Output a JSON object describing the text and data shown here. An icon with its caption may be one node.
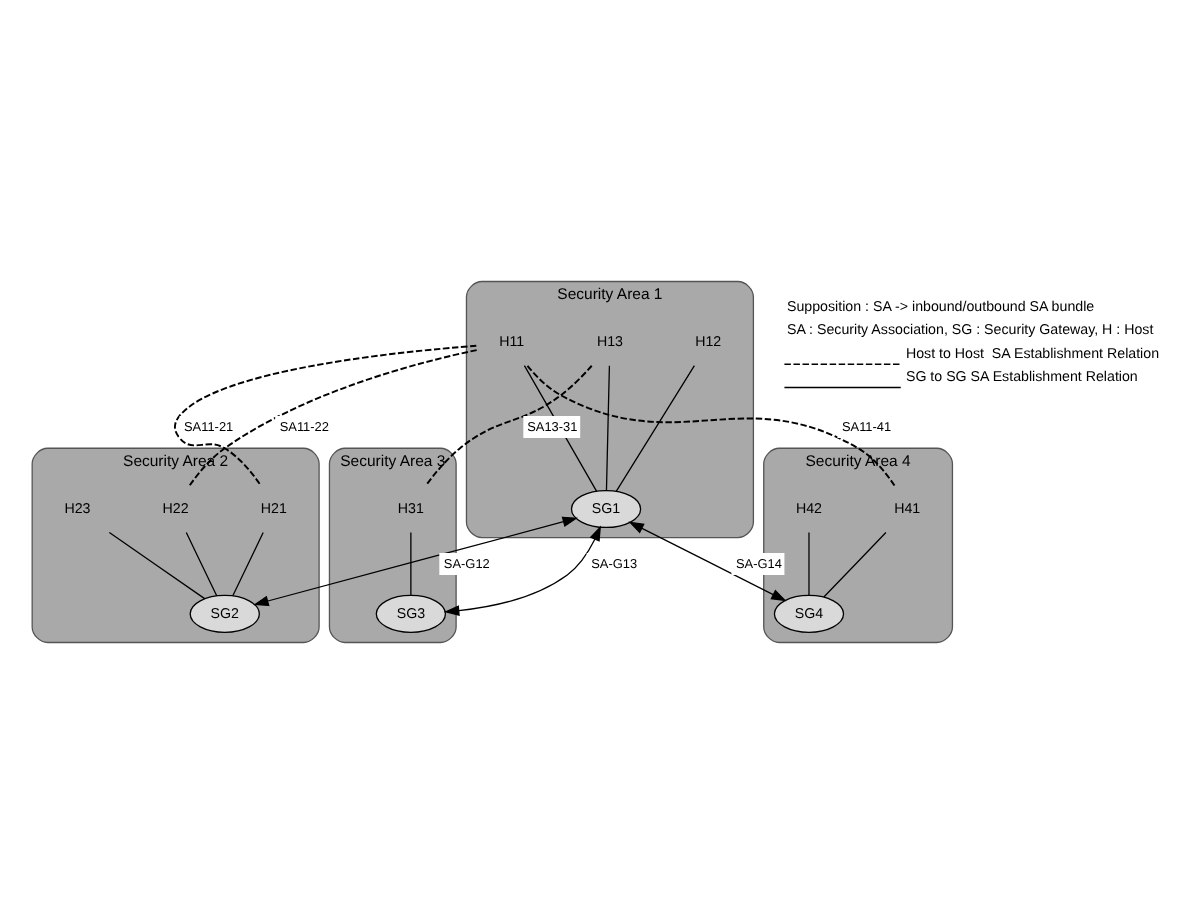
{
  "diagram": {
    "nodes": [
      {
        "text": [
          "Security Area 1"
        ]
      },
      {
        "text": [
          "H11"
        ],
        "in": 0
      },
      {
        "text": [
          "H12"
        ],
        "in": 0
      },
      {
        "text": [
          "H13"
        ],
        "in": 0
      },
      {
        "text": [
          "SG1"
        ],
        "in": 0
      },
      {
        "text": [
          "Security Area 2"
        ]
      },
      {
        "text": [
          "H21"
        ],
        "in": 5
      },
      {
        "text": [
          "H22"
        ],
        "in": 5
      },
      {
        "text": [
          "H23"
        ],
        "in": 5
      },
      {
        "text": [
          "SG2"
        ],
        "in": 5
      },
      {
        "text": [
          "Security Area 3"
        ]
      },
      {
        "text": [
          "SG3"
        ],
        "in": 10
      },
      {
        "text": [
          "H31"
        ],
        "in": 10
      },
      {
        "text": [
          "Security Area 4"
        ]
      },
      {
        "text": [
          "SG4"
        ],
        "in": 13
      },
      {
        "text": [
          "H41"
        ],
        "in": 13
      },
      {
        "text": [
          "H42"
        ],
        "in": 13
      }
    ],
    "edges": [
      {
        "from": 1,
        "to": 4,
        "arrow": "none"
      },
      {
        "from": 2,
        "to": 4,
        "arrow": "none"
      },
      {
        "from": 3,
        "to": 4,
        "arrow": "none"
      },
      {
        "from": 6,
        "to": 9,
        "arrow": "none"
      },
      {
        "from": 7,
        "to": 9,
        "arrow": "none"
      },
      {
        "from": 8,
        "to": 9,
        "arrow": "none"
      },
      {
        "from": 12,
        "to": 11,
        "arrow": "none"
      },
      {
        "from": 15,
        "to": 14,
        "arrow": "none"
      },
      {
        "from": 16,
        "to": 14,
        "arrow": "none"
      },
      {
        "from": 1,
        "to": 6,
        "arrow": "none",
        "label": "SA11-21",
        "style": "dashed"
      },
      {
        "from": 1,
        "to": 7,
        "arrow": "none",
        "label": "SA11-22",
        "style": "dashed"
      },
      {
        "from": 4,
        "to": 9,
        "arrow": "both",
        "label": "SA-G12"
      },
      {
        "from": 4,
        "to": 11,
        "arrow": "both",
        "label": "SA-G13"
      },
      {
        "from": 4,
        "to": 14,
        "arrow": "both",
        "label": "SA-G14"
      },
      {
        "from": 1,
        "to": 15,
        "arrow": "none",
        "label": "SA11-41",
        "style": "dashed"
      },
      {
        "from": 3,
        "to": 12,
        "arrow": "none",
        "label": "SA13-31",
        "style": "dashed"
      }
    ],
    "labels": [
      "Supposition : SA -> inbound/outbound SA bundle",
      "SA : Security Association, SG : Security Gateway, H : Host"
    ],
    "legend": [
      {
        "text": "Host to Host  SA Establishment Relation"
      },
      {
        "text": "SG to SG SA Establishment Relation"
      }
    ]
  }
}
